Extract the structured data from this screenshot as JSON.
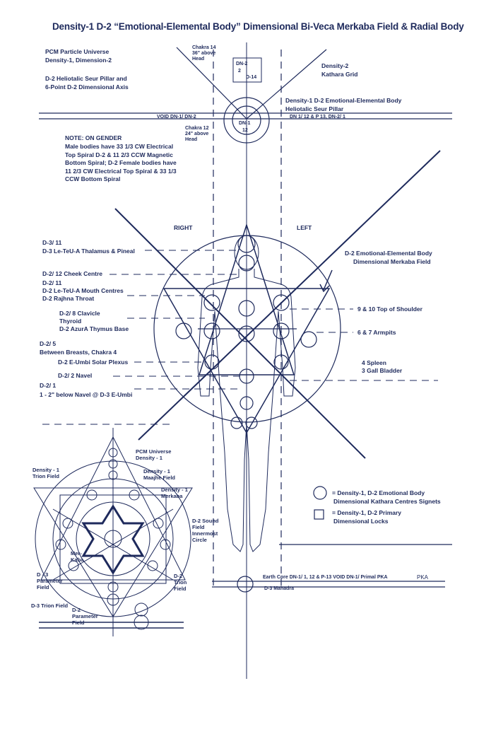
{
  "title": "Density-1 D-2 “Emotional-Elemental Body” Dimensional Bi-Veca Merkaba Field & Radial Body",
  "labels": {
    "pcm_particle_universe": "PCM Particle Universe",
    "density1_dimension2": "Density-1, Dimension-2",
    "d2_heliotalic_pillar": "D-2 Heliotalic Seur Pillar and",
    "six_point_axis": "6-Point D-2 Dimensional Axis",
    "chakra14": "Chakra 14",
    "chakra14_b": "36\" above",
    "chakra14_c": "Head",
    "density2": "Density-2",
    "kathara_grid": "Kathara Grid",
    "emotional_body_1": "Density-1 D-2 Emotional-Elemental Body",
    "emotional_body_2": "Heliotalic Seur Pillar",
    "void_left": "VOID DN-1/ DN-2",
    "dn_right": "DN 1/ 12 & P 13, DN-2/ 1",
    "chakra12": "Chakra 12",
    "chakra12_b": "24\" above",
    "chakra12_c": "Head",
    "note_title": "NOTE: ON GENDER",
    "note_body": "Male bodies have 33 1/3 CW Electrical Top Spiral D-2 & 11 2/3 CCW Magnetic Bottom Spiral; D-2 Female bodies have 11 2/3 CW Electrical Top Spiral & 33 1/3 CCW Bottom Spiral",
    "right": "RIGHT",
    "left": "LEFT",
    "d3_11": "D-3/ 11",
    "d3_thalamus": "D-3 Le-TeU-A Thalamus & Pineal",
    "merkaba_field_1": "D-2 Emotional-Elemental Body",
    "merkaba_field_2": "Dimensional Merkaba Field",
    "cheek": "D-2/ 12 Cheek Centre",
    "d2_11": "D-2/ 11",
    "mouth": "D-2 Le-TeU-A Mouth Centres",
    "rajhna": "D-2 Rajhna Throat",
    "shoulder": "9 & 10 Top of Shoulder",
    "clavicle": "D-2/ 8 Clavicle",
    "thyroid": "Thyroid",
    "thymus": "D-2 AzurA Thymus Base",
    "armpits": "6 & 7 Armpits",
    "d2_5": "D-2/ 5",
    "breasts": "Between Breasts, Chakra 4",
    "solar": "D-2  E-Umbi Solar Plexus",
    "spleen": "4 Spleen",
    "gall": "3 Gall Bladder",
    "navel": "D-2/ 2 Navel",
    "d2_1": "D-2/ 1",
    "below_navel": "1 - 2\" below Navel @ D-3 E-Umbi",
    "pcm_universe": "PCM Universe",
    "density_1": "Density - 1",
    "trion_field": "Density - 1",
    "trion_field_b": "Trion Field",
    "maajhe": "Density - 1",
    "maajhe_b": "Maajhe Field",
    "merkaba_d1": "Density - 1",
    "merkaba_d1_b": "Merkaba",
    "sound_field": "D-2 Sound",
    "sound_field_b": "Field",
    "sound_field_c": "Innermost",
    "sound_field_d": "Circle",
    "mer_kaba": "Mer-",
    "mer_kaba_b": "Kaba",
    "d3_param": "D - 3",
    "d3_param_b": "Parameter",
    "d3_param_c": "Field",
    "d2_trion": "D-2",
    "d2_trion_b": "Trion",
    "d2_trion_c": "Field",
    "d3_trion": "D-3 Trion Field",
    "d2_param": "D-2",
    "d2_param_b": "Parameter",
    "d2_param_c": "Field",
    "legend_circle_1": "= Density-1, D-2 Emotional Body",
    "legend_circle_2": "Dimensional Kathara Centres Signets",
    "legend_square_1": "= Density-1, D-2 Primary",
    "legend_square_2": "Dimensional Locks",
    "earth_core": "Earth Core DN-1/ 1, 12 & P-13  VOID DN-1/ Primal PKA",
    "mahadra": "D-3 Mahadra",
    "pka": "PKA",
    "head_n": "DN-2",
    "head_2": "2",
    "head_b": "D-14",
    "c12_n": "DN-1",
    "c12_v": "12"
  },
  "colors": {
    "ink": "#1e2a5c",
    "paper": "#ffffff"
  }
}
